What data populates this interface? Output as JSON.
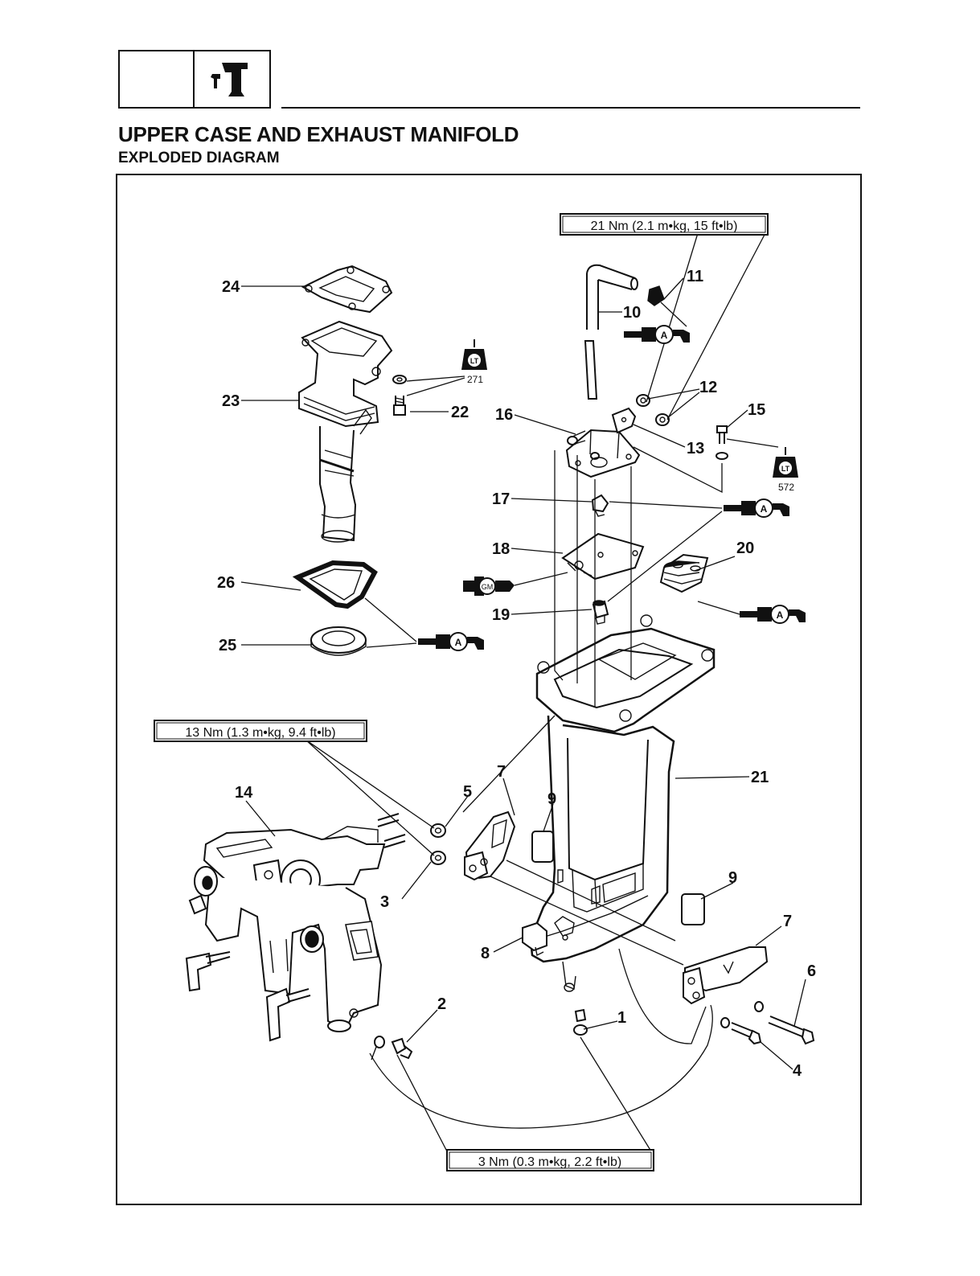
{
  "header": {
    "title": "UPPER CASE AND EXHAUST MANIFOLD",
    "subtitle": "EXPLODED DIAGRAM",
    "section_icon": "outboard-lower-unit-icon"
  },
  "torque_specs": {
    "top": "21 Nm (2.1 m•kg, 15 ft•lb)",
    "middle": "13 Nm (1.3 m•kg, 9.4 ft•lb)",
    "bottom": "3 Nm (0.3 m•kg, 2.2 ft•lb)"
  },
  "lubricant_tags": {
    "grease_a": "A",
    "grease_gm": "GM",
    "locktite_label": "LT",
    "locktite_271": "271",
    "locktite_572": "572"
  },
  "callouts": {
    "c1": "1",
    "c2": "2",
    "c3": "3",
    "c4": "4",
    "c5": "5",
    "c6": "6",
    "c7a": "7",
    "c7b": "7",
    "c8": "8",
    "c9a": "9",
    "c9b": "9",
    "c10": "10",
    "c11": "11",
    "c12": "12",
    "c13": "13",
    "c14": "14",
    "c15": "15",
    "c16": "16",
    "c17": "17",
    "c18": "18",
    "c19": "19",
    "c20": "20",
    "c21": "21",
    "c22": "22",
    "c23": "23",
    "c24": "24",
    "c25": "25",
    "c26": "26"
  },
  "colors": {
    "ink": "#111111",
    "paper": "#ffffff",
    "shade": "#d9d9d9"
  }
}
